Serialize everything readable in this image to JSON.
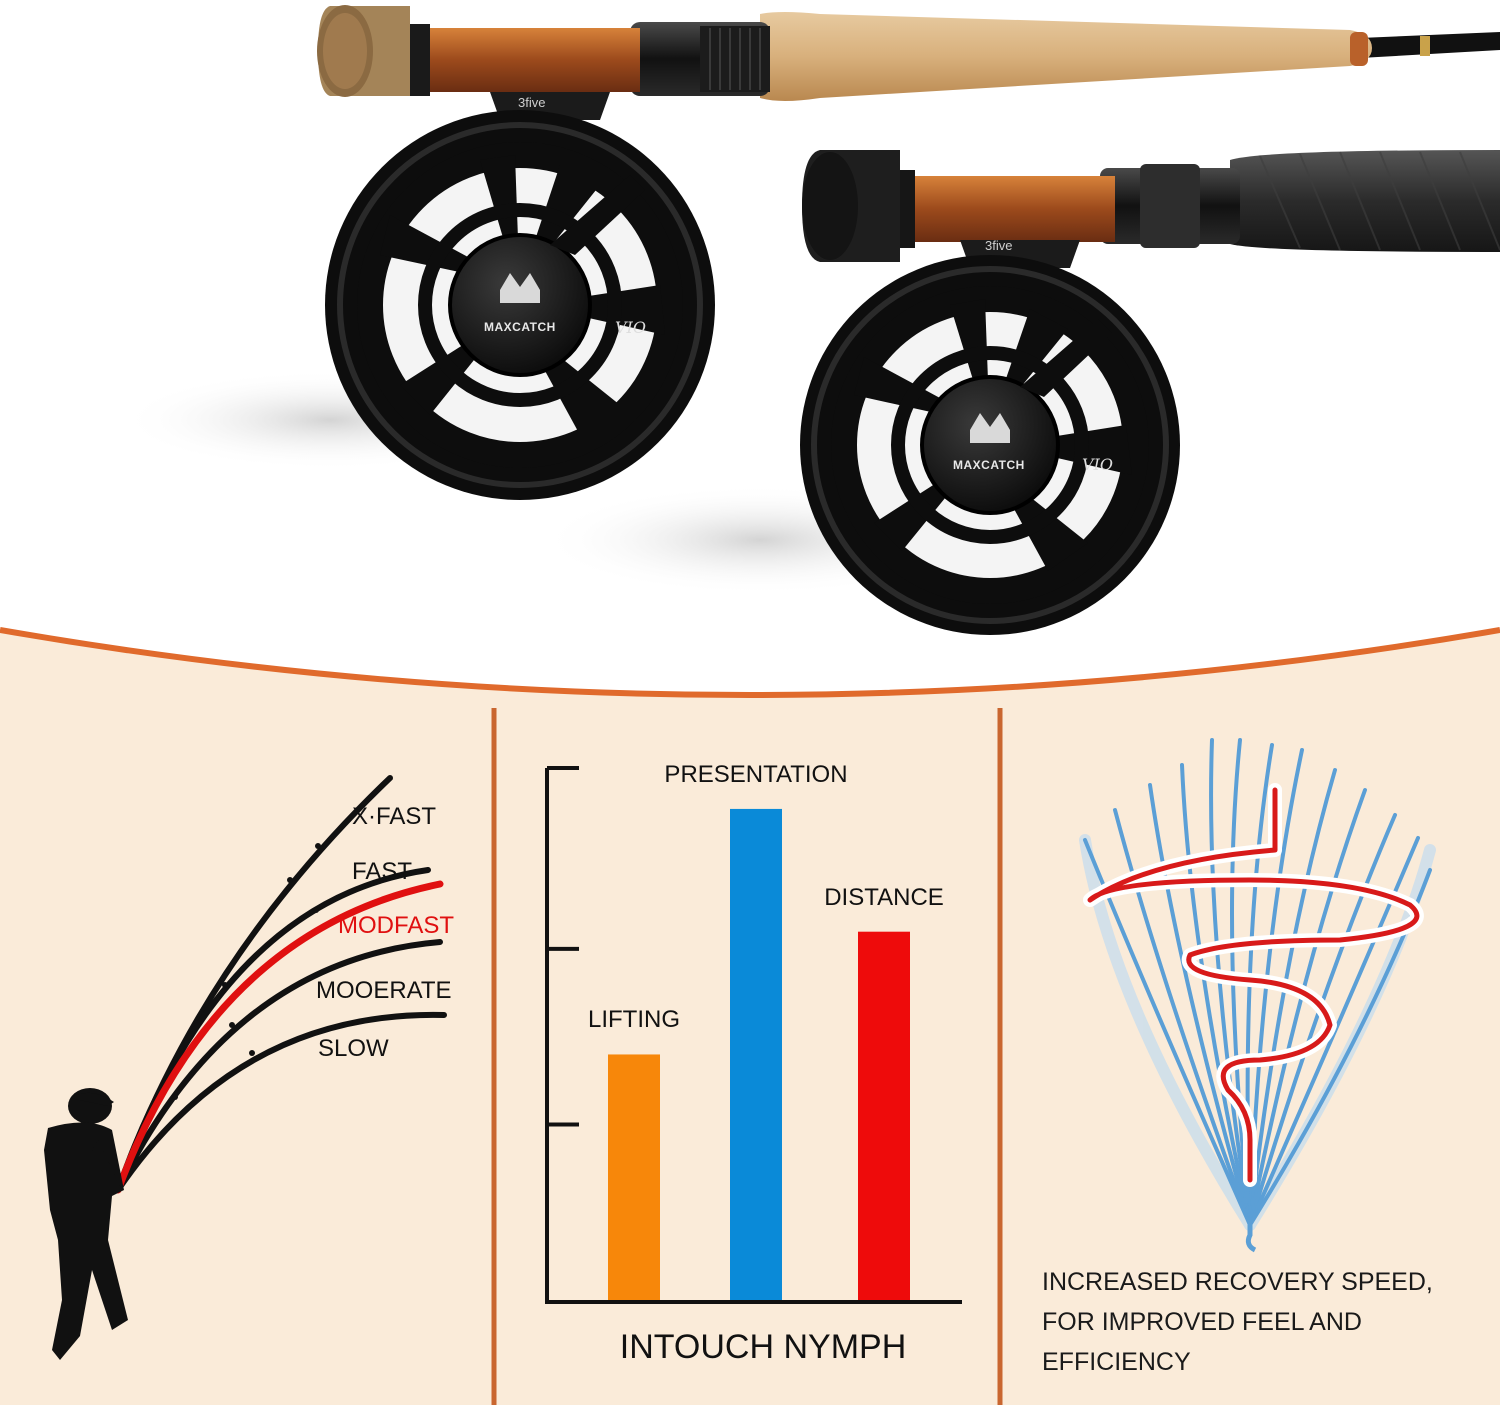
{
  "hero": {
    "reel_brand": "MAXCATCH",
    "reel_model": "VIO",
    "reel_seat_label": "3five"
  },
  "left_panel": {
    "curves": [
      {
        "label": "X·FAST",
        "color": "#111111"
      },
      {
        "label": "FAST",
        "color": "#111111"
      },
      {
        "label": "MODFAST",
        "color": "#e01010"
      },
      {
        "label": "MOOERATE",
        "color": "#111111"
      },
      {
        "label": "SLOW",
        "color": "#111111"
      }
    ]
  },
  "chart_data": {
    "type": "bar",
    "title": "INTOUCH NYMPH",
    "categories": [
      "LIFTING",
      "PRESENTATION",
      "DISTANCE"
    ],
    "values": [
      6,
      12,
      9
    ],
    "colors": [
      "#f7870a",
      "#0a8ad8",
      "#ee0b0b"
    ],
    "ylim": [
      0,
      13
    ],
    "grid": false
  },
  "right_panel": {
    "text": "INCREASED RECOVERY SPEED, FOR IMPROVED FEEL AND EFFICIENCY",
    "lines": [
      "INCREASED RECOVERY SPEED,",
      "FOR IMPROVED FEEL AND",
      "EFFICIENCY"
    ]
  },
  "colors": {
    "panel_bg": "#faebd9",
    "accent": "#e06a2c",
    "divider": "#c9662f"
  }
}
